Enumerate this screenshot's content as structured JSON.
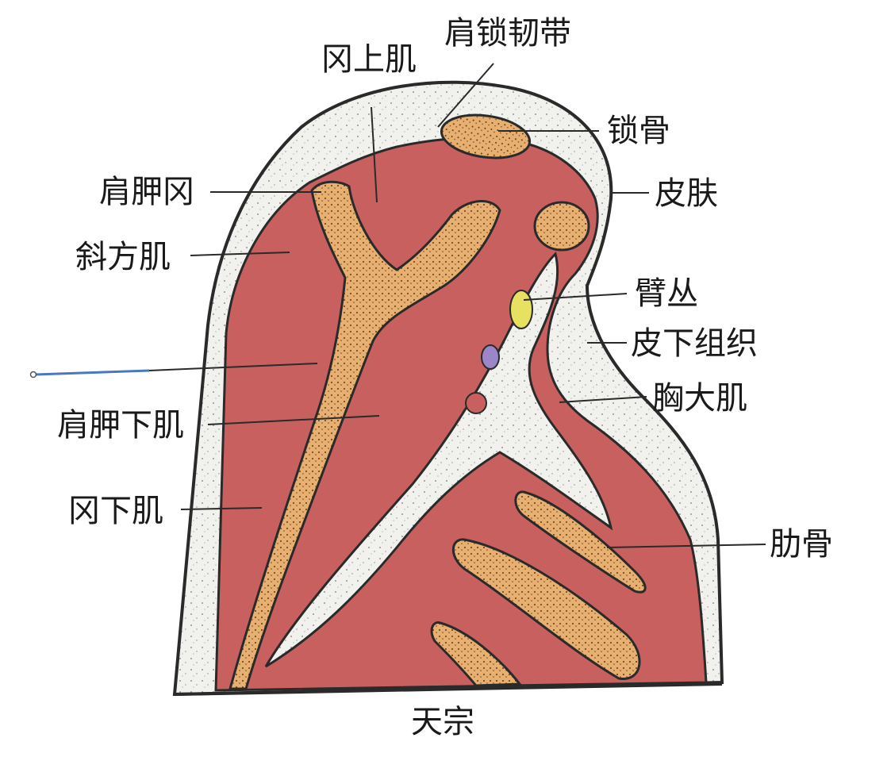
{
  "labels": {
    "gang_shang_ji": "冈上肌",
    "jian_suo_ren_dai": "肩锁韧带",
    "suo_gu": "锁骨",
    "jian_jia_gang": "肩胛冈",
    "pi_fu": "皮肤",
    "xie_fang_ji": "斜方肌",
    "bi_cong": "臂丛",
    "pi_xia_zu_zhi": "皮下组织",
    "xiong_da_ji": "胸大肌",
    "jian_jia_xia_ji": "肩胛下肌",
    "gang_xia_ji": "冈下肌",
    "lei_gu": "肋骨",
    "caption": "天宗"
  },
  "colors": {
    "muscle": "#c96060",
    "bone": "#e8b070",
    "skin_fill": "#f2f2ef",
    "outline": "#2a2a2a",
    "nerve": "#e8e060",
    "vein": "#9a86c8",
    "pointer_line": "#4a78c0"
  }
}
